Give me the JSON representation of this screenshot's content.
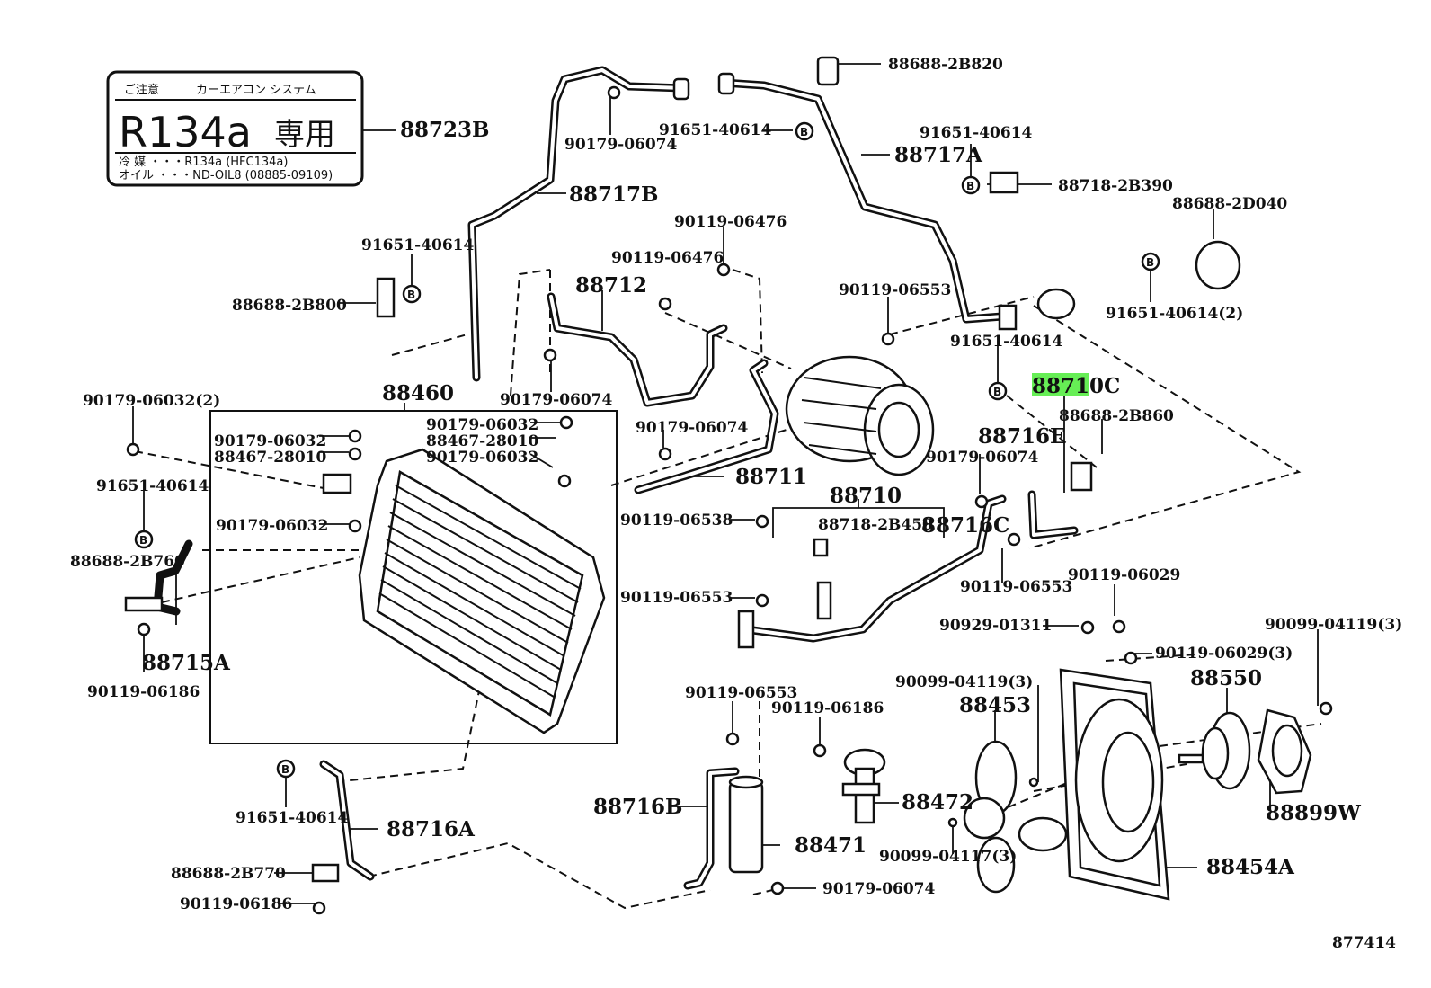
{
  "labels": {
    "p88688_2B820": "88688-2B820",
    "p88723B": "88723B",
    "p90179_06074_a": "90179-06074",
    "p91651_40614_a": "91651-40614",
    "p88717A": "88717A",
    "p91651_40614_b": "91651-40614",
    "p88718_2B390": "88718-2B390",
    "p88717B": "88717B",
    "p88688_2D040": "88688-2D040",
    "p90119_06476_a": "90119-06476",
    "p91651_40614_c": "91651-40614",
    "p90119_06476_b": "90119-06476",
    "p88712": "88712",
    "p88688_2B800": "88688-2B800",
    "p90119_06553_a": "90119-06553",
    "p91651_40614_2": "91651-40614(2)",
    "p91651_40614_d": "91651-40614",
    "p88710C": "88710C",
    "p90179_06032_2": "90179-06032(2)",
    "p88460": "88460",
    "p90179_06074_b": "90179-06074",
    "p88688_2B860": "88688-2B860",
    "p90179_06032_a": "90179-06032",
    "p90179_06032_b": "90179-06032",
    "p90179_06074_c": "90179-06074",
    "p88716E": "88716E",
    "p88467_28010_a": "88467-28010",
    "p88467_28010_b": "88467-28010",
    "p90179_06032_c": "90179-06032",
    "p90179_06074_d": "90179-06074",
    "p88711": "88711",
    "p91651_40614_e": "91651-40614",
    "p88710": "88710",
    "p90119_06538": "90119-06538",
    "p88718_2B450": "88718-2B450",
    "p88716C": "88716C",
    "p90179_06032_d": "90179-06032",
    "p88688_2B760": "88688-2B760",
    "p90119_06553_b": "90119-06553",
    "p90119_06029_a": "90119-06029",
    "p90119_06553_c": "90119-06553",
    "p90929_01311": "90929-01311",
    "p90099_04119_3a": "90099-04119(3)",
    "p88715A": "88715A",
    "p90119_06029_3": "90119-06029(3)",
    "p90119_06186_a": "90119-06186",
    "p90099_04119_3b": "90099-04119(3)",
    "p88550": "88550",
    "p90119_06553_d": "90119-06553",
    "p88453": "88453",
    "p90119_06186_b": "90119-06186",
    "p88716B": "88716B",
    "p88472": "88472",
    "p88899W": "88899W",
    "p91651_40614_f": "91651-40614",
    "p88716A": "88716A",
    "p88471": "88471",
    "p90099_04117_3": "90099-04117(3)",
    "p88454A": "88454A",
    "p88688_2B770": "88688-2B770",
    "p90179_06074_e": "90179-06074",
    "p90119_06186_c": "90119-06186",
    "diagram_no": "877414"
  },
  "warning_label": {
    "header_left": "ご注意",
    "header_right": "カーエアコン システム",
    "refrigerant_code": "R134a",
    "refrigerant_only": "専用",
    "line1": "冷 媒 ・・・R134a (HFC134a)",
    "line2": "オイル ・・・ND-OIL8 (08885-09109)"
  },
  "bolt_marker": "B",
  "highlight_color": "#66ee55"
}
